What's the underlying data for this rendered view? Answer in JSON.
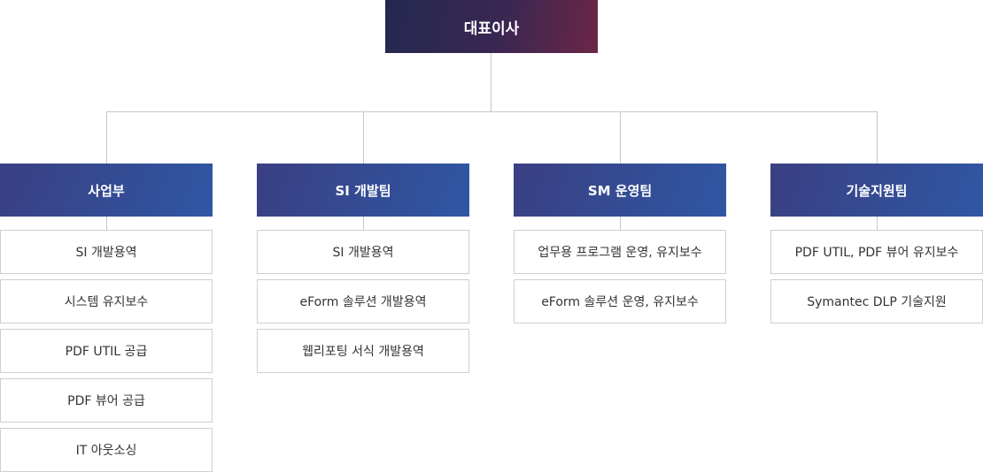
{
  "ceo": "대표이사",
  "departments": [
    {
      "name": "사업부",
      "items": [
        "SI 개발용역",
        "시스템 유지보수",
        "PDF UTIL 공급",
        "PDF 뷰어 공급",
        "IT 아웃소싱"
      ]
    },
    {
      "name": "SI 개발팀",
      "items": [
        "SI 개발용역",
        "eForm 솔루션 개발용역",
        "웹리포팅 서식 개발용역"
      ]
    },
    {
      "name": "SM 운영팀",
      "items": [
        "업무용 프로그램 운영, 유지보수",
        "eForm 솔루션 운영, 유지보수"
      ]
    },
    {
      "name": "기술지원팀",
      "items": [
        "PDF UTIL, PDF 뷰어 유지보수",
        "Symantec DLP 기술지원"
      ]
    }
  ]
}
